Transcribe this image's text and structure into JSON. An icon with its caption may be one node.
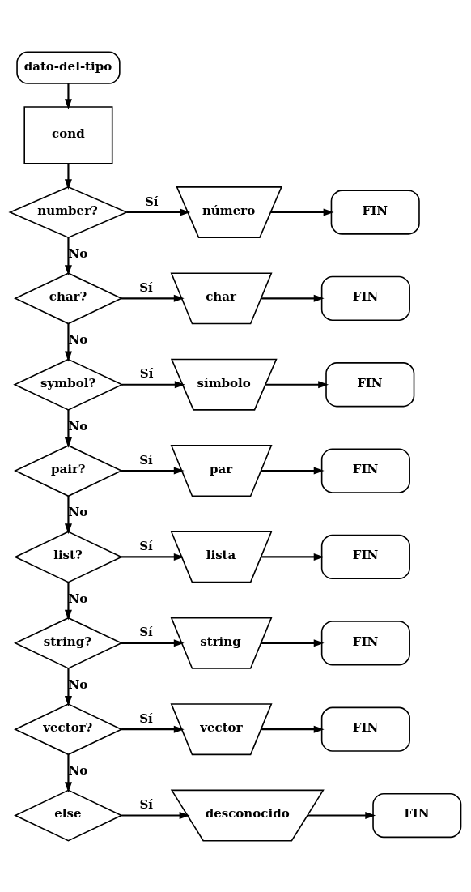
{
  "diagram": {
    "nodes": [
      {
        "text": [
          "dato-del-tipo"
        ]
      },
      {
        "text": [
          "cond"
        ]
      },
      {
        "text": [
          "number?"
        ]
      },
      {
        "text": [
          "número"
        ]
      },
      {
        "text": [
          "FIN"
        ]
      },
      {
        "text": [
          "char?"
        ]
      },
      {
        "text": [
          "char"
        ]
      },
      {
        "text": [
          "FIN"
        ]
      },
      {
        "text": [
          "symbol?"
        ]
      },
      {
        "text": [
          "símbolo"
        ]
      },
      {
        "text": [
          "FIN"
        ]
      },
      {
        "text": [
          "pair?"
        ]
      },
      {
        "text": [
          "par"
        ]
      },
      {
        "text": [
          "FIN"
        ]
      },
      {
        "text": [
          "list?"
        ]
      },
      {
        "text": [
          "lista"
        ]
      },
      {
        "text": [
          "FIN"
        ]
      },
      {
        "text": [
          "string?"
        ]
      },
      {
        "text": [
          "string"
        ]
      },
      {
        "text": [
          "FIN"
        ]
      },
      {
        "text": [
          "vector?"
        ]
      },
      {
        "text": [
          "vector"
        ]
      },
      {
        "text": [
          "FIN"
        ]
      },
      {
        "text": [
          "else"
        ]
      },
      {
        "text": [
          "desconocido"
        ]
      },
      {
        "text": [
          "FIN"
        ]
      }
    ],
    "edges": [
      {
        "from": 0,
        "to": 1,
        "arrow": "to"
      },
      {
        "from": 1,
        "to": 2,
        "arrow": "to"
      },
      {
        "from": 2,
        "to": 3,
        "arrow": "to",
        "label": "Sí"
      },
      {
        "from": 3,
        "to": 4,
        "arrow": "to"
      },
      {
        "from": 2,
        "to": 5,
        "arrow": "to",
        "label": "No"
      },
      {
        "from": 5,
        "to": 6,
        "arrow": "to",
        "label": "Sí"
      },
      {
        "from": 6,
        "to": 7,
        "arrow": "to"
      },
      {
        "from": 5,
        "to": 8,
        "arrow": "to",
        "label": "No"
      },
      {
        "from": 8,
        "to": 9,
        "arrow": "to",
        "label": "Sí"
      },
      {
        "from": 9,
        "to": 10,
        "arrow": "to"
      },
      {
        "from": 8,
        "to": 11,
        "arrow": "to",
        "label": "No"
      },
      {
        "from": 11,
        "to": 12,
        "arrow": "to",
        "label": "Sí"
      },
      {
        "from": 12,
        "to": 13,
        "arrow": "to"
      },
      {
        "from": 11,
        "to": 14,
        "arrow": "to",
        "label": "No"
      },
      {
        "from": 14,
        "to": 15,
        "arrow": "to",
        "label": "Sí"
      },
      {
        "from": 15,
        "to": 16,
        "arrow": "to"
      },
      {
        "from": 14,
        "to": 17,
        "arrow": "to",
        "label": "No"
      },
      {
        "from": 17,
        "to": 18,
        "arrow": "to",
        "label": "Sí"
      },
      {
        "from": 18,
        "to": 19,
        "arrow": "to"
      },
      {
        "from": 17,
        "to": 20,
        "arrow": "to",
        "label": "No"
      },
      {
        "from": 20,
        "to": 21,
        "arrow": "to",
        "label": "Sí"
      },
      {
        "from": 21,
        "to": 22,
        "arrow": "to"
      },
      {
        "from": 20,
        "to": 23,
        "arrow": "to",
        "label": "No"
      },
      {
        "from": 23,
        "to": 24,
        "arrow": "to",
        "label": "Sí"
      },
      {
        "from": 24,
        "to": 25,
        "arrow": "to"
      }
    ]
  }
}
